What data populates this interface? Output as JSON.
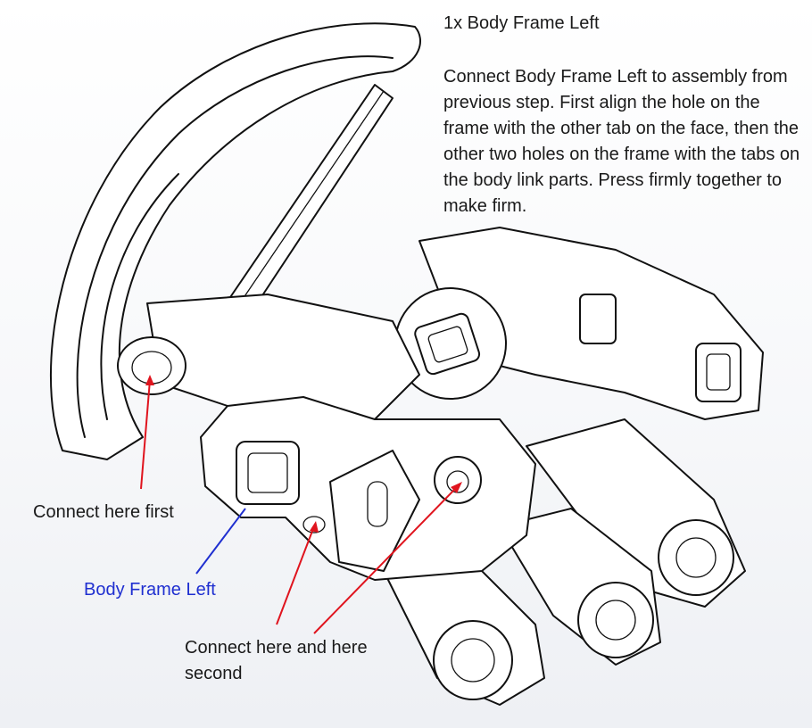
{
  "step_title": "1x Body Frame Left",
  "instructions": "Connect Body Frame Left to assembly from previous step. First align the hole on the frame with the other tab on the face, then the other two holes on the frame with the tabs on the body link parts. Press firmly together to make firm.",
  "callouts": {
    "connect_first": "Connect here first",
    "body_frame_left": "Body Frame Left",
    "connect_second": "Connect here and here second"
  },
  "colors": {
    "callout_arrow": "#e0141e",
    "frame_label": "#1f2fd0",
    "linework": "#111111"
  }
}
